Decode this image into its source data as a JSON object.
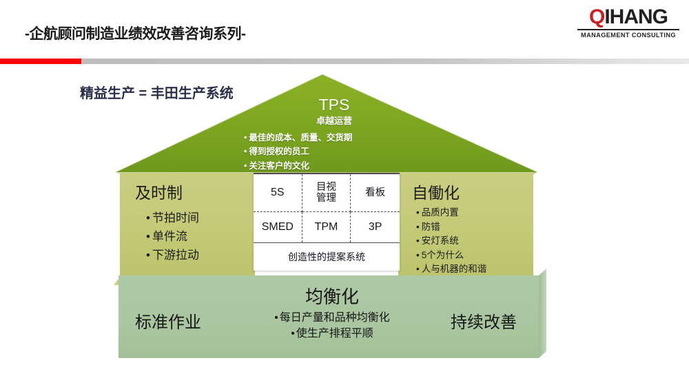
{
  "header": {
    "title": "-企航顾问制造业绩效改善咨询系列-",
    "logo": {
      "first_letter": "Q",
      "rest": "IHANG",
      "subtitle": "MANAGEMENT CONSULTING",
      "accent_color": "#cc2026",
      "text_color": "#231f20"
    },
    "divider": {
      "red_color": "#ff0000",
      "gray_color": "#c4c4c4"
    }
  },
  "caption": "精益生产 = 丰田生产系统",
  "house": {
    "roof": {
      "title": "TPS",
      "subtitle": "卓越运营",
      "bullets": [
        "最佳的成本、质量、交货期",
        "得到授权的员工",
        "关注客户的文化"
      ],
      "color": "#7fa81f"
    },
    "pillar_left": {
      "title": "及时制",
      "bullets": [
        "节拍时间",
        "单件流",
        "下游拉动"
      ],
      "color": "#c3ca76"
    },
    "pillar_right": {
      "title": "自働化",
      "bullets": [
        "品质内置",
        "防错",
        "安灯系统",
        "5个为什么",
        "人与机器的和谐"
      ],
      "color": "#c3ca76"
    },
    "center_panel": {
      "cells": [
        "5S",
        "目视\n管理",
        "看板",
        "SMED",
        "TPM",
        "3P"
      ],
      "cell_1": "5S",
      "cell_2_line1": "目视",
      "cell_2_line2": "管理",
      "cell_3": "看板",
      "cell_4": "SMED",
      "cell_5": "TPM",
      "cell_6": "3P",
      "footer": "创造性的提案系统"
    },
    "foundation": {
      "left_label": "标准作业",
      "right_label": "持续改善",
      "title": "均衡化",
      "bullets": [
        "每日产量和品种均衡化",
        "使生产排程平顺"
      ],
      "color": "#a9c6a0"
    }
  }
}
